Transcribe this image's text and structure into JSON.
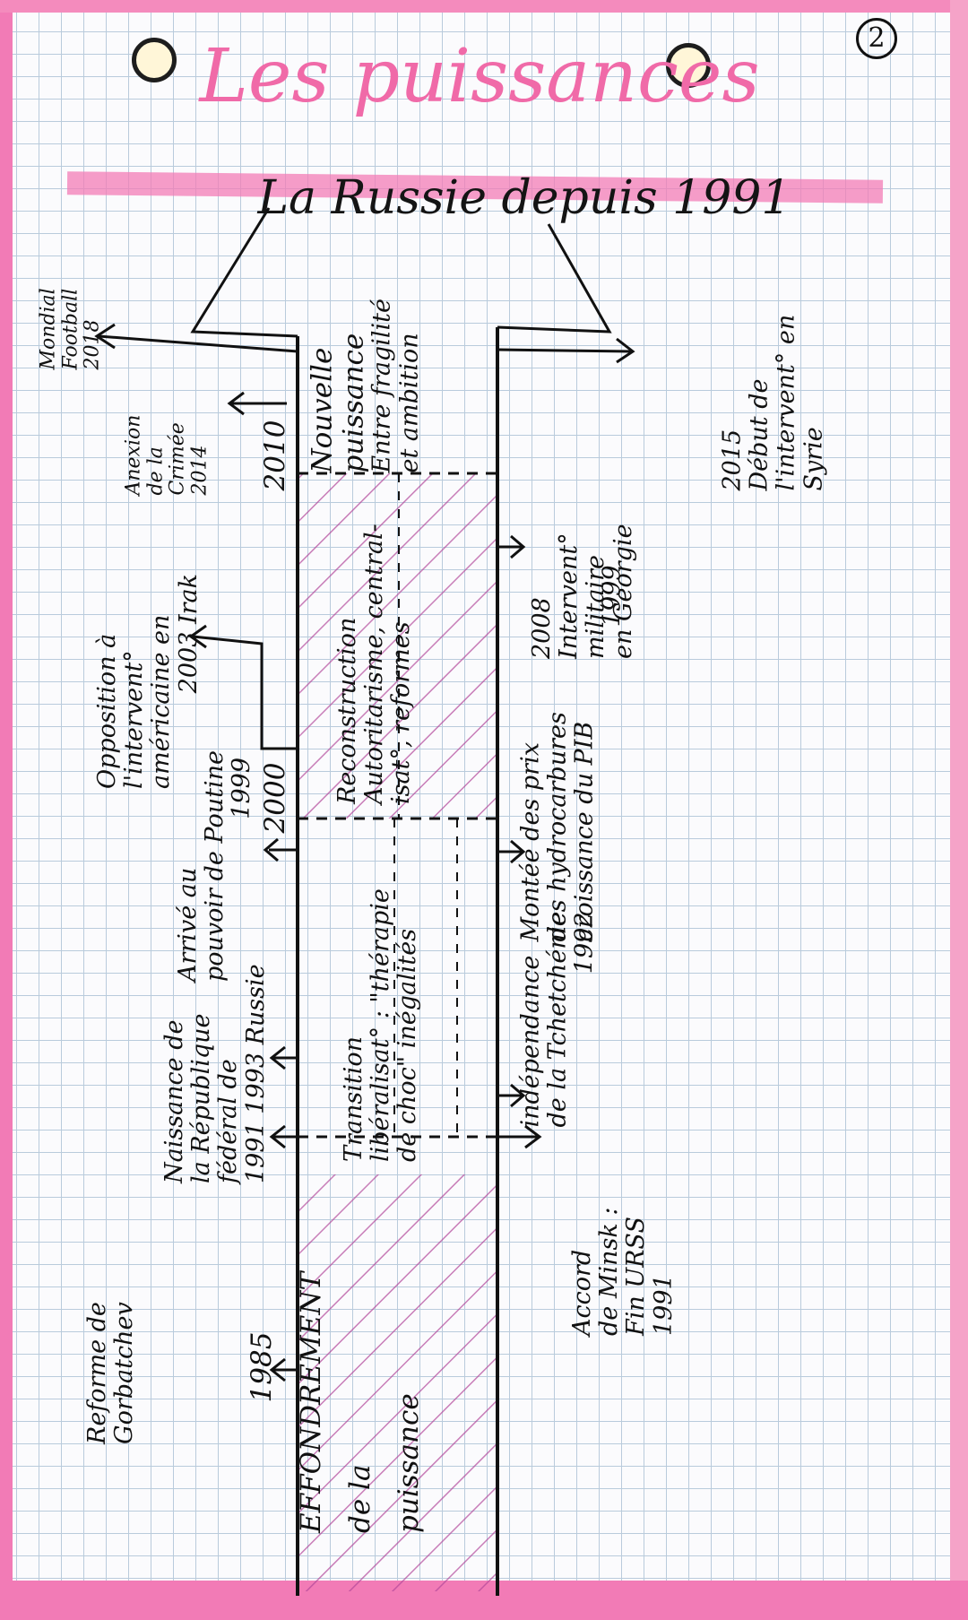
{
  "page_number": "2",
  "title": "Les puissances",
  "subtitle": "La Russie depuis 1991",
  "years": {
    "y1985": "1985",
    "y2000": "2000",
    "y2010": "2010"
  },
  "phases": {
    "effondrement": {
      "l1": "EFFONDREMENT",
      "l2": "de la",
      "l3": "puissance"
    },
    "transition": {
      "l1": "Transition",
      "l2": "libéralisat° : \"thérapie",
      "l3": "de choc\" inégalités"
    },
    "reconstruction": {
      "l1": "Reconstruction",
      "l2": "Autoritarisme, central-",
      "l3": "isat°, reformes"
    },
    "nouvelle": {
      "l1": "Nouvelle",
      "l2": "puissance",
      "l3": "Entre fragilité",
      "l4": "et ambition"
    }
  },
  "events_left": {
    "gorbatchev": {
      "l1": "Reforme de",
      "l2": "Gorbatchev"
    },
    "naissance": {
      "l1": "Naissance de",
      "l2": "la République",
      "l3": "fédéral de",
      "l4": "1991 1993 Russie"
    },
    "poutine": {
      "l1": "Arrivé au",
      "l2": "pouvoir de Poutine",
      "l3": "1999"
    },
    "irak": {
      "l1": "Opposition à",
      "l2": "l'intervent°",
      "l3": "américaine en",
      "l4": "2003 Irak"
    },
    "crimee": {
      "l1": "Anexion",
      "l2": "de la",
      "l3": "Crimée",
      "l4": "2014"
    },
    "mondial": {
      "l1": "Mondial",
      "l2": "Football",
      "l3": "2018"
    }
  },
  "events_right": {
    "minsk": {
      "l1": "Accord",
      "l2": "de Minsk :",
      "l3": "Fin URSS",
      "l4": "1991"
    },
    "tchetchenie": {
      "l1": "indépendance",
      "l2": "de la Tchetchénie",
      "l3": "1992"
    },
    "hydrocarbures": {
      "l1": "Montée des prix",
      "l2": "des hydrocarbures",
      "l3": "croissance du PIB",
      "l4": "1999"
    },
    "georgie": {
      "l1": "2008",
      "l2": "Intervent°",
      "l3": "militaire",
      "l4": "en Georgie"
    },
    "syrie": {
      "l1": "2015",
      "l2": "Début de",
      "l3": "l'intervent° en",
      "l4": "Syrie"
    }
  },
  "colors": {
    "pink_border": "#f27bb6",
    "title_pink": "#f06aa8",
    "hatch": "#b2479a",
    "ink": "#111111",
    "grid": "#b9cbdc"
  }
}
